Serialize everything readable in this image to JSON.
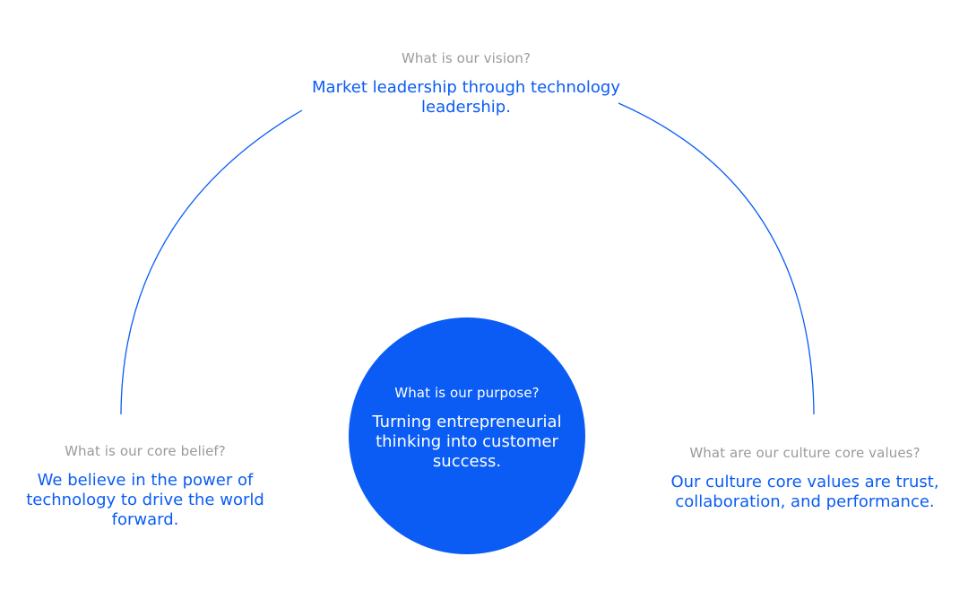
{
  "colors": {
    "accent": "#0a5cf5",
    "question_text": "#9a9a9a",
    "background": "#ffffff"
  },
  "vision": {
    "question": "What is our vision?",
    "answer": "Market leadership through technology leadership."
  },
  "belief": {
    "question": "What is our core belief?",
    "answer": "We believe in the power of technology to drive the world forward."
  },
  "purpose": {
    "question": "What is our purpose?",
    "answer": "Turning entrepreneurial thinking into customer success."
  },
  "values": {
    "question": "What are our culture core values?",
    "answer": "Our culture core values are trust, collaboration, and performance."
  }
}
